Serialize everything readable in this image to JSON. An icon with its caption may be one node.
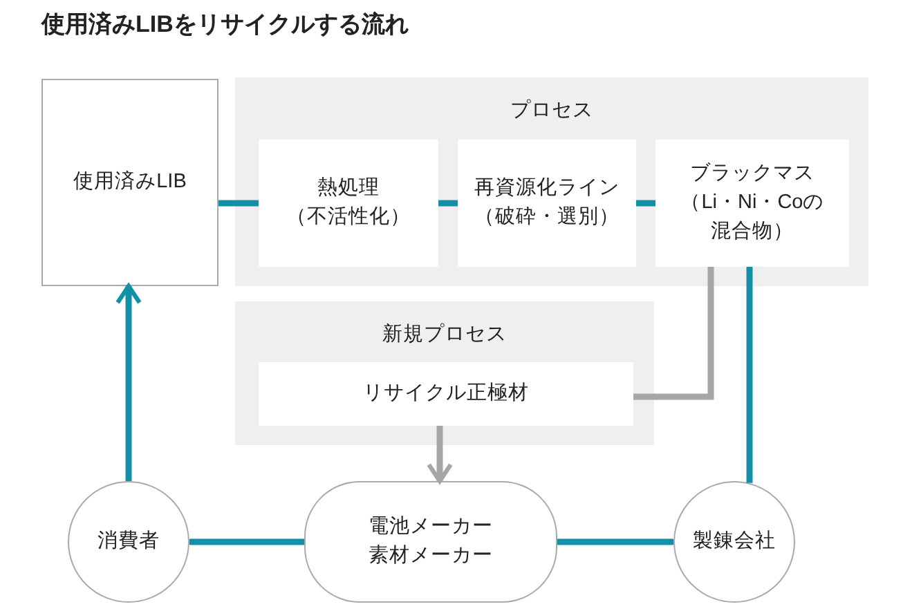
{
  "diagram": {
    "title": "使用済みLIBをリサイクルする流れ",
    "nodes": [
      {
        "text": [
          "使用済みLIB"
        ]
      },
      {
        "text": [
          "プロセス"
        ]
      },
      {
        "text": [
          "熱処理（不活性化）"
        ],
        "in": 1
      },
      {
        "text": [
          "再資源化ライン（破砕・選別）"
        ],
        "in": 1
      },
      {
        "text": [
          "ブラックマス（Li・Ni・Coの混合物）"
        ],
        "in": 1
      },
      {
        "text": [
          "新規プロセス"
        ]
      },
      {
        "text": [
          "リサイクル正極材"
        ],
        "in": 5
      },
      {
        "text": [
          "消費者"
        ]
      },
      {
        "text": [
          "電池メーカー素材メーカー"
        ]
      },
      {
        "text": [
          "製錬会社"
        ]
      }
    ],
    "edges": [
      {
        "from": 0,
        "to": 2,
        "arrow": "none"
      },
      {
        "from": 2,
        "to": 3,
        "arrow": "none"
      },
      {
        "from": 3,
        "to": 4,
        "arrow": "none"
      },
      {
        "from": 4,
        "to": 6,
        "arrow": "none",
        "color": "#a6a6a6"
      },
      {
        "from": 4,
        "to": 9,
        "arrow": "none"
      },
      {
        "from": 6,
        "to": 8,
        "arrow": "to",
        "color": "#a6a6a6"
      },
      {
        "from": 7,
        "to": 0,
        "arrow": "to"
      },
      {
        "from": 7,
        "to": 8,
        "arrow": "none"
      },
      {
        "from": 8,
        "to": 9,
        "arrow": "none"
      }
    ]
  }
}
